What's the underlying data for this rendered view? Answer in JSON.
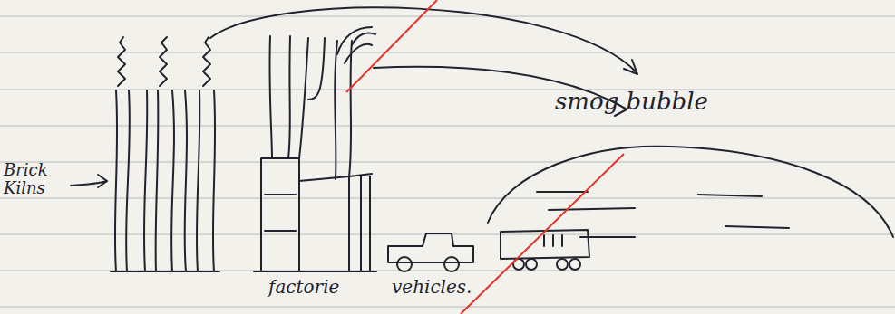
{
  "diagram": {
    "labels": [
      "Brick Kilns",
      "factorie",
      "vehicles.",
      "smog bubble"
    ]
  }
}
